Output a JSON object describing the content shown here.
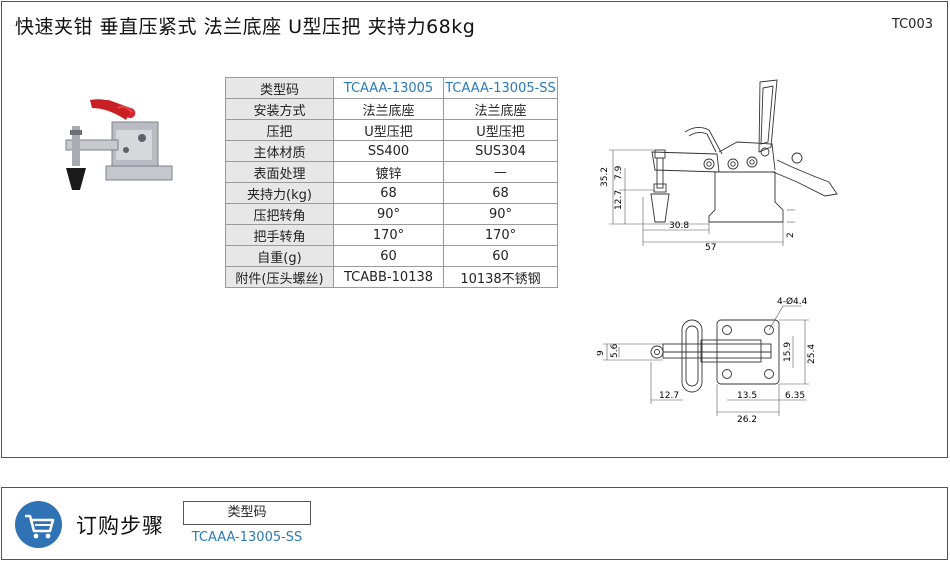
{
  "title": "快速夹钳  垂直压紧式  法兰底座  U型压把  夹持力68kg",
  "product_code": "TC003",
  "spec_table": {
    "header": {
      "label": "类型码",
      "col1": "TCAAA-13005",
      "col2": "TCAAA-13005-SS"
    },
    "rows": [
      {
        "label": "安装方式",
        "col1": "法兰底座",
        "col2": "法兰底座"
      },
      {
        "label": "压把",
        "col1": "U型压把",
        "col2": "U型压把"
      },
      {
        "label": "主体材质",
        "col1": "SS400",
        "col2": "SUS304"
      },
      {
        "label": "表面处理",
        "col1": "镀锌",
        "col2": "—"
      },
      {
        "label": "夹持力(kg)",
        "col1": "68",
        "col2": "68"
      },
      {
        "label": "压把转角",
        "col1": "90°",
        "col2": "90°"
      },
      {
        "label": "把手转角",
        "col1": "170°",
        "col2": "170°"
      },
      {
        "label": "自重(g)",
        "col1": "60",
        "col2": "60"
      },
      {
        "label": "附件(压头螺丝)",
        "col1": "TCABB-10138",
        "col2": "10138不锈钢"
      }
    ]
  },
  "side_view_dims": {
    "d35_2": "35.2",
    "d7_9": "7.9",
    "d12_7": "12.7",
    "d30_8": "30.8",
    "d57": "57",
    "d2": "2"
  },
  "top_view_dims": {
    "holes": "4-Ø4.4",
    "d9": "9",
    "d5_6": "5.6",
    "d15_9": "15.9",
    "d25_4": "25.4",
    "d12_7": "12.7",
    "d13_5": "13.5",
    "d6_35": "6.35",
    "d26_2": "26.2"
  },
  "order": {
    "title": "订购步骤",
    "box_label": "类型码",
    "value": "TCAAA-13005-SS"
  },
  "colors": {
    "accent_blue": "#2a79b8",
    "cart_blue": "#2f73b5",
    "handle_red": "#d8262b"
  }
}
